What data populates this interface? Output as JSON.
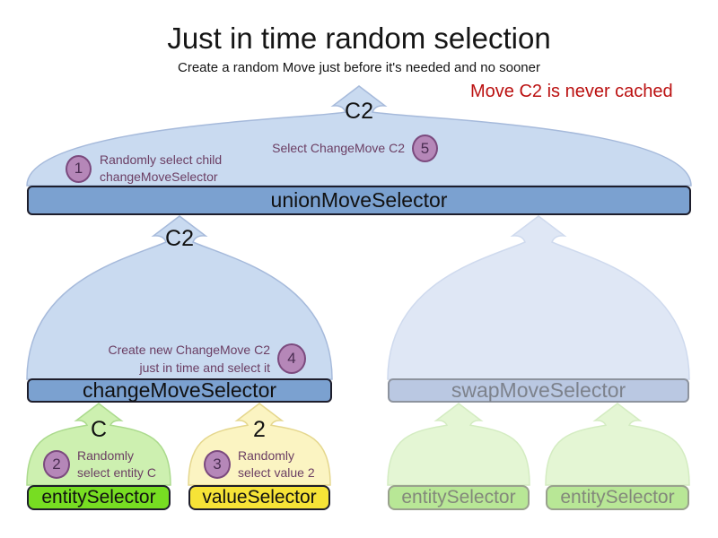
{
  "header": {
    "title": "Just in time random selection",
    "subtitle": "Create a random Move just before it's needed and no sooner",
    "note": "Move C2 is never cached",
    "note_color": "#bb1111"
  },
  "colors": {
    "funnel": {
      "blue": {
        "fill": "#c9daf0",
        "stroke": "#a6badb"
      },
      "blueFaded": {
        "fill": "#dfe7f5",
        "stroke": "#cfdaee"
      },
      "green": {
        "fill": "#cdf0b0",
        "stroke": "#abda8d"
      },
      "greenFaded": {
        "fill": "#e4f6d4",
        "stroke": "#d4ecc2"
      },
      "yellow": {
        "fill": "#fbf4c2",
        "stroke": "#e5d78e"
      }
    },
    "bars": {
      "blue": "#7ba1d0",
      "blue_faded": "#bac8e2",
      "green": "#77dd22",
      "green_faded": "#b8e796",
      "yellow": "#f6e337"
    },
    "step_circle_fill": "#b587b8",
    "step_circle_border": "#7b4a7e",
    "annotation_text": "#6b3e63"
  },
  "union_section": {
    "selected_move": "C2",
    "bar_label": "unionMoveSelector",
    "step1": {
      "number": "1",
      "text_line1": "Randomly select child",
      "text_line2": "changeMoveSelector"
    },
    "step5": {
      "number": "5",
      "text": "Select ChangeMove C2"
    }
  },
  "change_section": {
    "selected_move": "C2",
    "bar_label": "changeMoveSelector",
    "step4": {
      "number": "4",
      "text_line1": "Create new ChangeMove C2",
      "text_line2": "just in time and select it"
    }
  },
  "swap_section": {
    "bar_label": "swapMoveSelector"
  },
  "entity_section": {
    "selected_entity": "C",
    "bar_label": "entitySelector",
    "step2": {
      "number": "2",
      "text_line1": "Randomly",
      "text_line2": "select entity C"
    }
  },
  "value_section": {
    "selected_value": "2",
    "bar_label": "valueSelector",
    "step3": {
      "number": "3",
      "text_line1": "Randomly",
      "text_line2": "select value 2"
    }
  },
  "faded_entity_sections": {
    "bar_label_1": "entitySelector",
    "bar_label_2": "entitySelector"
  }
}
